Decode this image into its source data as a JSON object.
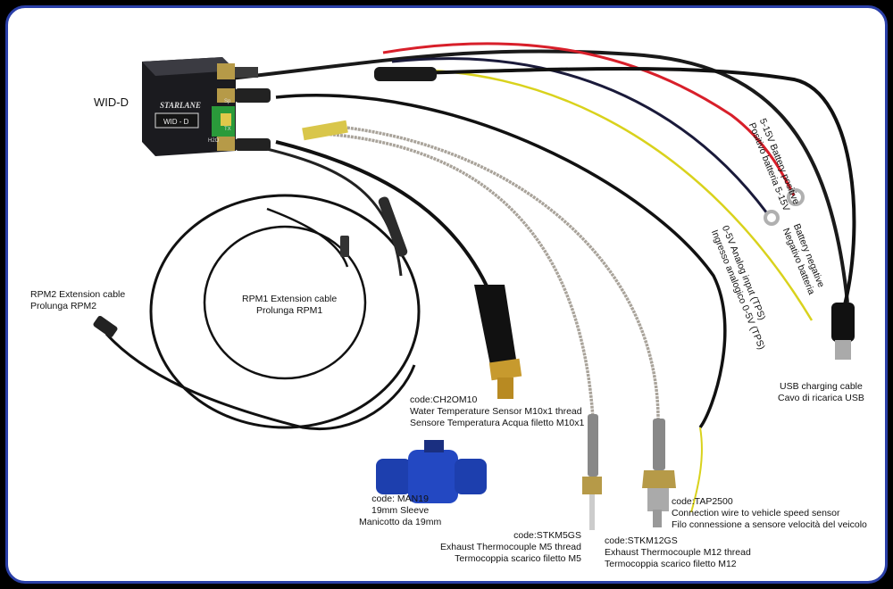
{
  "unit": {
    "name": "WID-D",
    "brand": "STARLANE",
    "face_label": "WID - D",
    "port_h2o": "H2O",
    "port_tx": "TX",
    "port_sp": "Sp"
  },
  "labels": {
    "rpm2": [
      "RPM2 Extension cable",
      "Prolunga RPM2"
    ],
    "rpm1": [
      "RPM1 Extension cable",
      "Prolunga RPM1"
    ],
    "water": [
      "code:CH2OM10",
      "Water Temperature Sensor M10x1 thread",
      "Sensore Temperatura Acqua filetto M10x1"
    ],
    "sleeve": [
      "code: MAN19",
      "19mm Sleeve",
      "Manicotto da 19mm"
    ],
    "stkm5": [
      "code:STKM5GS",
      "Exhaust Thermocouple M5 thread",
      "Termocoppia scarico filetto M5"
    ],
    "stkm12": [
      "code:STKM12GS",
      "Exhaust Thermocouple M12 thread",
      "Termocoppia scarico filetto M12"
    ],
    "tap": [
      "code:TAP2500",
      "Connection wire to vehicle speed sensor",
      "Filo connessione a sensore velocità del veicolo"
    ],
    "usb": [
      "USB charging cable",
      "Cavo di ricarica USB"
    ],
    "battery_pos": [
      "5-15V Battery positive",
      "Positivo batteria 5-15V"
    ],
    "battery_neg": [
      "Battery negative",
      "Negativo batteria"
    ],
    "analog": [
      "0-5V Analog input (TPS)",
      "Ingresso analogico 0-5V (TPS)"
    ]
  },
  "colors": {
    "frame": "#2a3fa8",
    "red_wire": "#d81f2a",
    "yellow_wire": "#d9d21c",
    "sleeve_blue": "#1d3fae",
    "brass": "#c79a2e"
  }
}
